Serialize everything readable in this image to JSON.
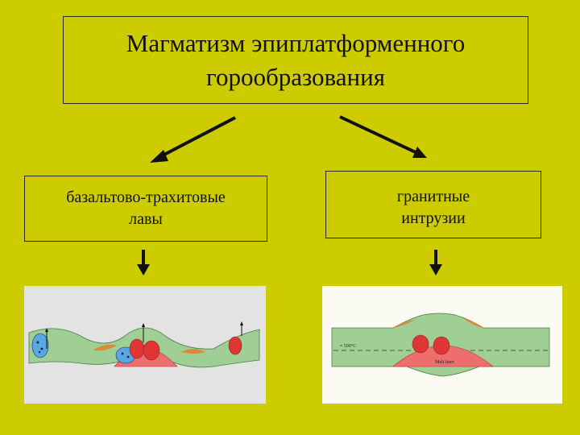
{
  "title": "Магматизм эпиплатформенного\nгорообразования",
  "branches": {
    "left": {
      "label": "базальтово-трахитовые\nлавы"
    },
    "right": {
      "label": "гранитные\nинтрузии"
    }
  },
  "figures": {
    "right": {
      "temp_label": "≈ 500°C",
      "melt_label": "Melt liner"
    }
  },
  "colors": {
    "background": "#cccc00",
    "crust": "#9fcf95",
    "melt": "#ee6e6e",
    "basalt": "#58a8e6",
    "sediment": "#d98a3a"
  }
}
